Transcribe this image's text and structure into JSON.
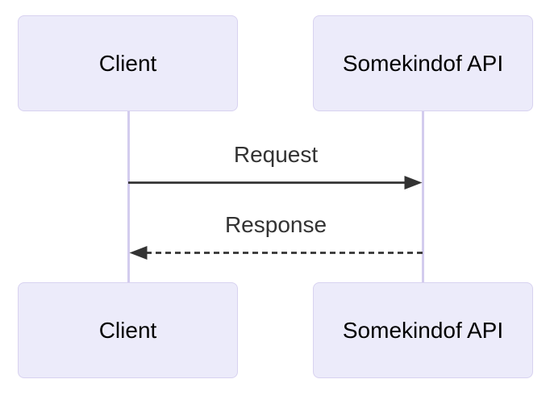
{
  "diagram": {
    "type": "sequence",
    "participants": [
      {
        "id": "client",
        "label": "Client"
      },
      {
        "id": "api",
        "label": "Somekindof API"
      }
    ],
    "messages": [
      {
        "from": "client",
        "to": "api",
        "label": "Request",
        "line_style": "solid",
        "direction": "right"
      },
      {
        "from": "api",
        "to": "client",
        "label": "Response",
        "line_style": "dashed",
        "direction": "left"
      }
    ],
    "colors": {
      "background": "#FFFFFF",
      "actor_fill": "#ECEBFA",
      "actor_border": "#D8D2F0",
      "actor_text": "#000000",
      "lifeline": "#D3CCEE",
      "arrow": "#333333",
      "message_text": "#333333"
    }
  }
}
